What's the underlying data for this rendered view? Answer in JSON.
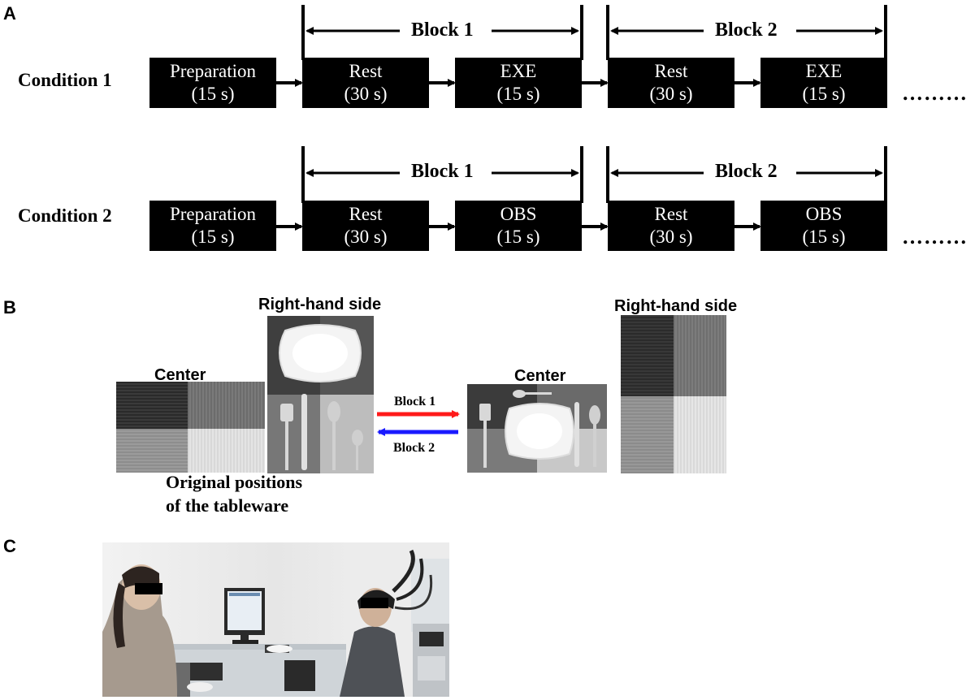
{
  "panel_a": {
    "letter": "A",
    "conditions": [
      {
        "label": "Condition 1",
        "boxes": [
          {
            "line1": "Preparation",
            "line2": "(15 s)"
          },
          {
            "line1": "Rest",
            "line2": "(30 s)"
          },
          {
            "line1": "EXE",
            "line2": "(15 s)"
          },
          {
            "line1": "Rest",
            "line2": "(30 s)"
          },
          {
            "line1": "EXE",
            "line2": "(15 s)"
          }
        ],
        "block1": "Block 1",
        "block2": "Block 2",
        "ellipsis": "………"
      },
      {
        "label": "Condition 2",
        "boxes": [
          {
            "line1": "Preparation",
            "line2": "(15 s)"
          },
          {
            "line1": "Rest",
            "line2": "(30 s)"
          },
          {
            "line1": "OBS",
            "line2": "(15 s)"
          },
          {
            "line1": "Rest",
            "line2": "(30 s)"
          },
          {
            "line1": "OBS",
            "line2": "(15 s)"
          }
        ],
        "block1": "Block 1",
        "block2": "Block 2",
        "ellipsis": "………"
      }
    ]
  },
  "panel_b": {
    "letter": "B",
    "left_center_label": "Center",
    "left_right_label": "Right-hand side",
    "right_center_label": "Center",
    "right_right_label": "Right-hand side",
    "arrow_top_label": "Block 1",
    "arrow_bottom_label": "Block 2",
    "caption_line1": "Original positions",
    "caption_line2": "of the tableware",
    "colors": {
      "block1_arrow": "#ff1a1a",
      "block2_arrow": "#1a1aff"
    }
  },
  "panel_c": {
    "letter": "C"
  }
}
